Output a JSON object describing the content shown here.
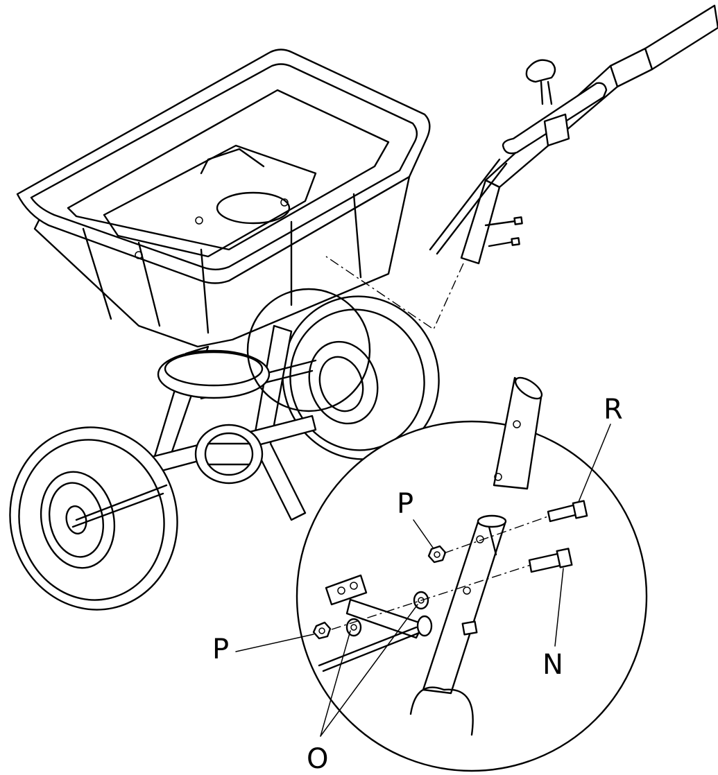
{
  "diagram": {
    "labels": {
      "R": "R",
      "P_top": "P",
      "P_left": "P",
      "N": "N",
      "O": "O"
    }
  }
}
